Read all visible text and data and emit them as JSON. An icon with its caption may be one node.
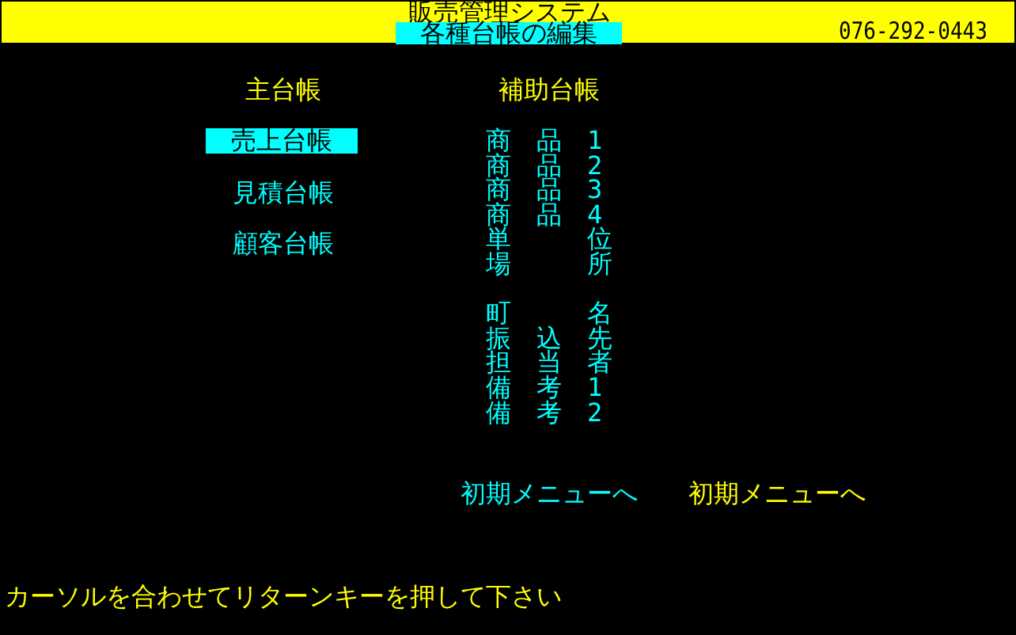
{
  "diagram": {
    "title": "販売管理システム",
    "nodes": [
      {
        "text": [
          "各種台帳の編集"
        ]
      },
      {
        "text": [
          "売上台帳"
        ]
      }
    ],
    "labels": [
      "076-292-0443",
      "主台帳",
      "補助台帳",
      "見積台帳",
      "顧客台帳",
      "商品1",
      "商品2",
      "商品3",
      "商品4",
      "単位",
      "場所",
      "町名",
      "振込先",
      "担当者",
      "備考1",
      "備考2",
      "初期メニューへ",
      "初期メニューへ",
      "カーソルを合わせてリターンキーを押して下さい"
    ]
  }
}
